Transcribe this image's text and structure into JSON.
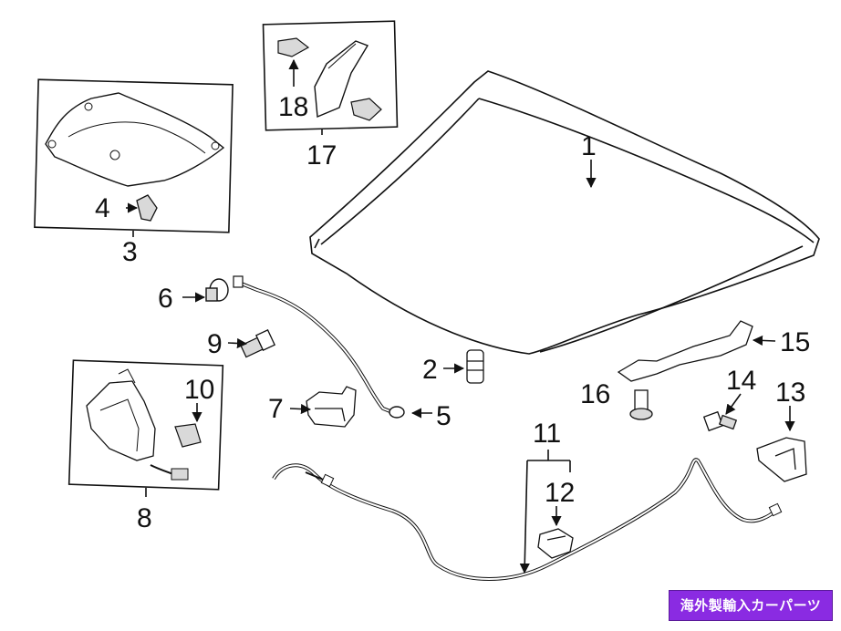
{
  "callouts": {
    "c1": "1",
    "c2": "2",
    "c3": "3",
    "c4": "4",
    "c5": "5",
    "c6": "6",
    "c7": "7",
    "c8": "8",
    "c9": "9",
    "c10": "10",
    "c11": "11",
    "c12": "12",
    "c13": "13",
    "c14": "14",
    "c15": "15",
    "c16": "16",
    "c17": "17",
    "c18": "18"
  },
  "watermark": "海外製輸入カーパーツ",
  "colors": {
    "line": "#111111",
    "part_fill": "#ffffff",
    "part_shade": "#d9d9d9",
    "watermark_bg": "#8a2be2"
  }
}
